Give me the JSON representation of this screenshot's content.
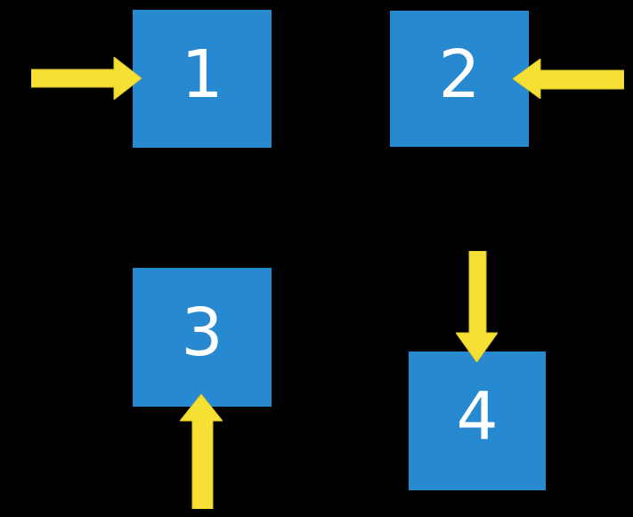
{
  "scene": {
    "background_color": "#000000",
    "square_color": "#2789d0",
    "arrow_color": "#f6e033",
    "arrow_edge_color": "#d9c32f",
    "label_color": "#ffffff"
  },
  "squares": [
    {
      "label": "1",
      "arrow_direction_toward_it": "right",
      "arrow_side": "left"
    },
    {
      "label": "2",
      "arrow_direction_toward_it": "left",
      "arrow_side": "right"
    },
    {
      "label": "3",
      "arrow_direction_toward_it": "up",
      "arrow_side": "bottom"
    },
    {
      "label": "4",
      "arrow_direction_toward_it": "down",
      "arrow_side": "top"
    }
  ]
}
